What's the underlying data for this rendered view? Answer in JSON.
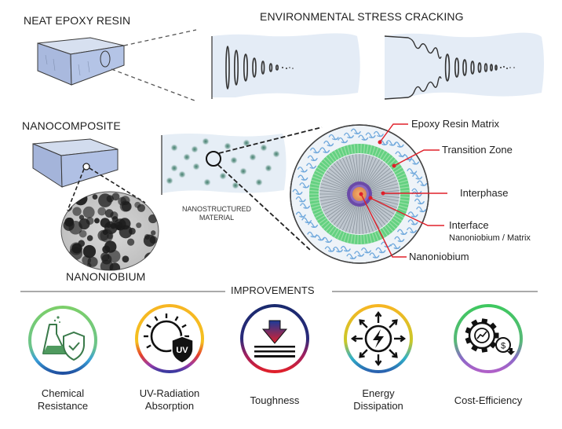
{
  "sections": {
    "neat_epoxy": {
      "title": "NEAT EPOXY RESIN"
    },
    "stress_cracking": {
      "title": "ENVIRONMENTAL STRESS CRACKING"
    },
    "nanocomposite": {
      "title": "NANOCOMPOSITE"
    },
    "nanoniobium": {
      "title": "NANONIOBIUM"
    },
    "nanostructured": {
      "line1": "NANOSTRUCTURED",
      "line2": "MATERIAL"
    },
    "improvements": {
      "title": "IMPROVEMENTS"
    }
  },
  "callouts": {
    "epoxy_matrix": "Epoxy Resin Matrix",
    "transition_zone": "Transition Zone",
    "interphase": "Interphase",
    "interface": "Interface",
    "interface_sub": "Nanoniobium / Matrix",
    "nanoniobium": "Nanoniobium"
  },
  "improvements": [
    {
      "icon": "flask-shield-icon",
      "line1": "Chemical",
      "line2": "Resistance"
    },
    {
      "icon": "sun-uv-shield-icon",
      "line1": "UV-Radiation",
      "line2": "Absorption"
    },
    {
      "icon": "impact-arrow-icon",
      "line1": "Toughness",
      "line2": ""
    },
    {
      "icon": "energy-burst-icon",
      "line1": "Energy",
      "line2": "Dissipation"
    },
    {
      "icon": "gear-cost-icon",
      "line1": "Cost-Efficiency",
      "line2": ""
    }
  ],
  "colors": {
    "resin_blue": "#b7c7e6",
    "panel_blue": "#e8eef6",
    "callout_red": "#e0202a",
    "transition_green": "#5ccf7a",
    "matrix_blue": "#7fb0e0",
    "core_orange": "#f0a060",
    "core_purple": "#6a4aa8"
  }
}
